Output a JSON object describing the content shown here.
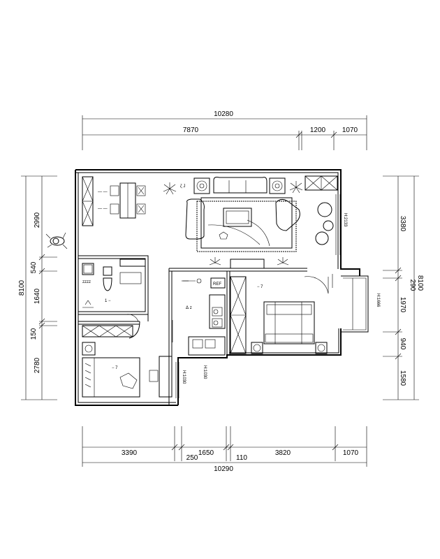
{
  "dimensions": {
    "top_total": "10280",
    "top_segments": [
      "7870",
      "1200",
      "1070"
    ],
    "bottom_total": "10290",
    "bottom_segments": [
      "3390",
      "250",
      "1650",
      "110",
      "3820",
      "1070"
    ],
    "left_total": "8100",
    "left_segments": [
      "2990",
      "540",
      "1640",
      "150",
      "2780"
    ],
    "right_total": "8100",
    "right_segments": [
      "3380",
      "290",
      "1970",
      "940",
      "1580"
    ]
  },
  "annotations": {
    "living_window_height": "H:2133",
    "bedroom_window_height": "H:1666",
    "kitchen_window_height": "H:1030",
    "small_bedroom_window_height": "H:1030"
  }
}
